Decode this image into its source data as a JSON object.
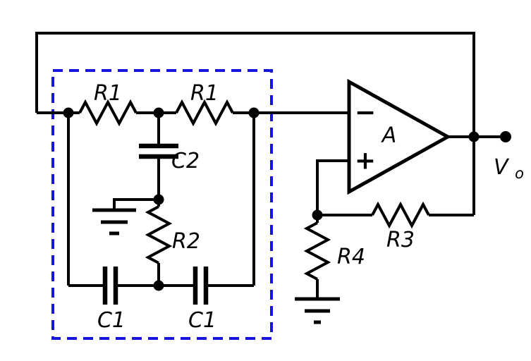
{
  "diagram": {
    "labels": {
      "r1_left": "R1",
      "r1_right": "R1",
      "c2": "C2",
      "r2": "R2",
      "c1_left": "C1",
      "c1_right": "C1",
      "opamp_gain": "A",
      "inverting_input": "−",
      "noninverting_input": "+",
      "r3": "R3",
      "r4": "R4",
      "vo_main": "V",
      "vo_sub": "o"
    },
    "colors": {
      "wire": "#000000",
      "dashed_box": "#1515dd",
      "background": "#ffffff"
    }
  }
}
